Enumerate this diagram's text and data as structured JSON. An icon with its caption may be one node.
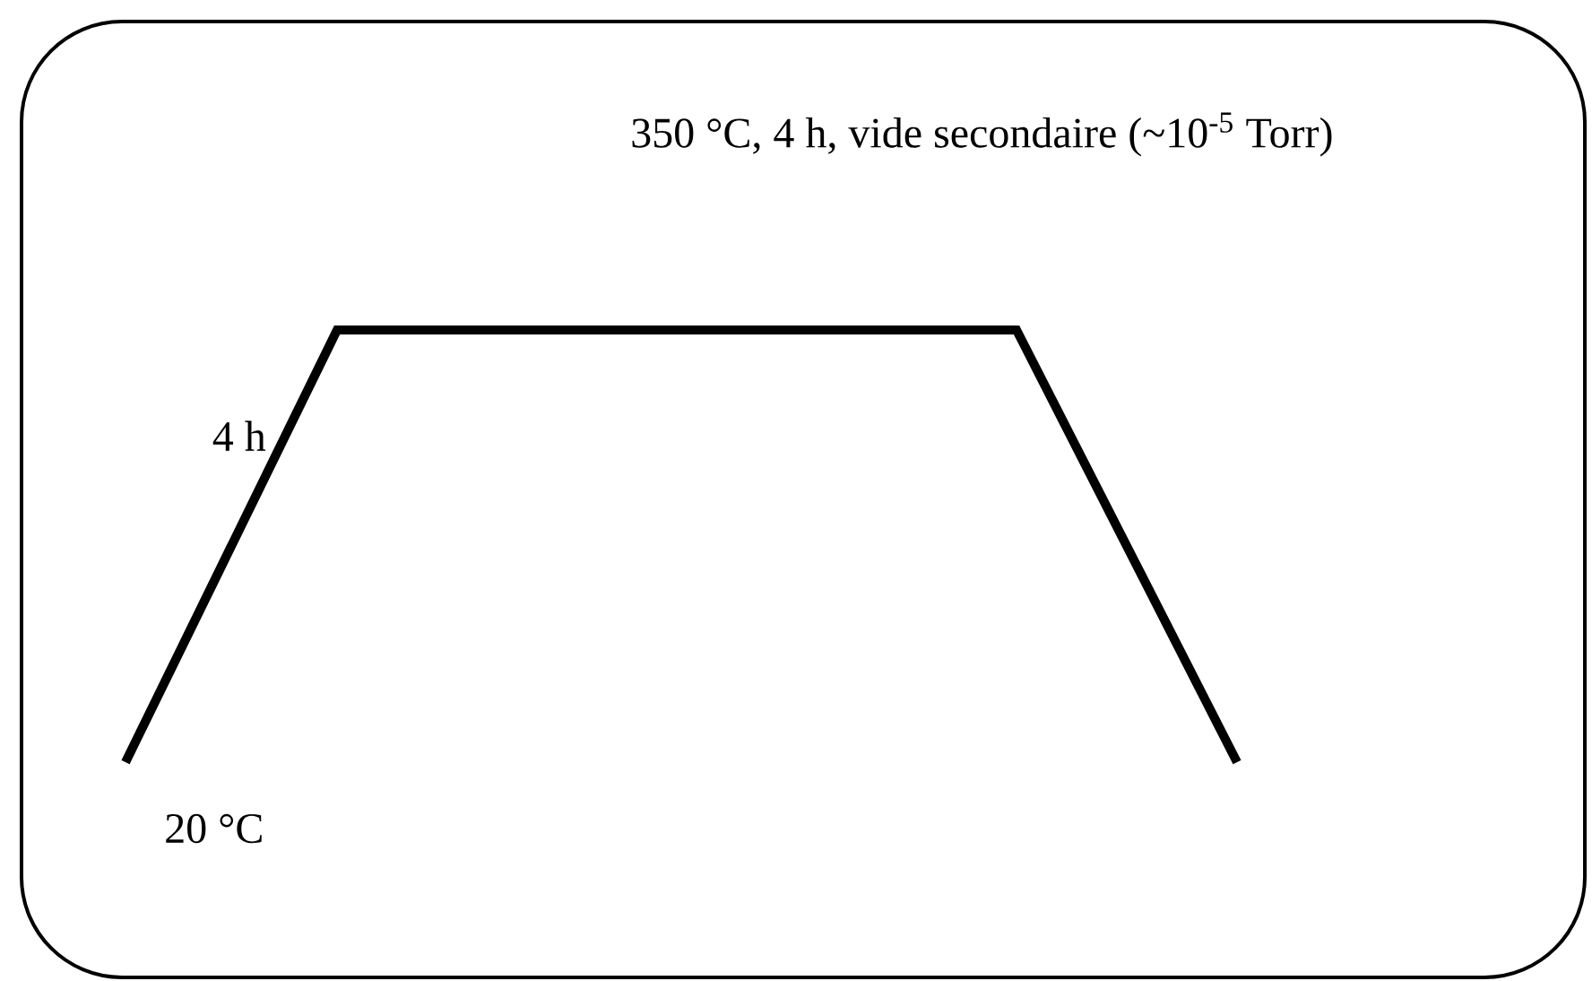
{
  "diagram": {
    "labels": [
      "350 °C, 4 h, vide secondaire (~10$^{-5}$ Torr)",
      "4 h",
      "20 °C"
    ]
  }
}
